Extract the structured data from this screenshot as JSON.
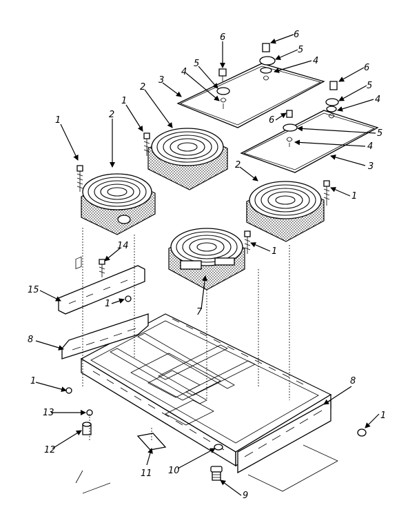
{
  "callouts": {
    "burner_screw": "1",
    "burner_element": "2",
    "gasket": "3",
    "ignitor_screw": "4",
    "ignitor_washer": "5",
    "knob_cap": "6",
    "center_burner": "7",
    "side_rail": "8",
    "leveling_leg": "9",
    "leg_nut": "10",
    "label_plate": "11",
    "clip": "12",
    "clip_screw": "13",
    "bracket_screw": "14",
    "bracket": "15"
  }
}
